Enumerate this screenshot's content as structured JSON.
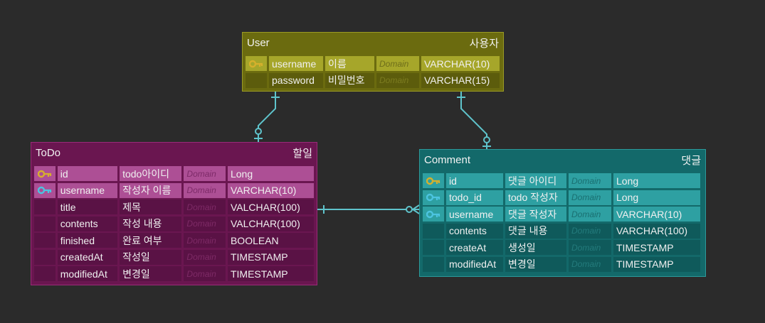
{
  "colors": {
    "background": "#2b2b2b",
    "connector": "#5fc4cc",
    "primary_key_icon": "#d6b02c",
    "foreign_key_icon": "#4cc4e0",
    "user_entity": "#6b6b0f",
    "todo_entity": "#6a1650",
    "comment_entity": "#13696a"
  },
  "entities": {
    "user": {
      "name": "User",
      "label": "사용자",
      "columns": [
        {
          "key": "primary-key-icon",
          "name": "username",
          "label": "이름",
          "domain": "Domain",
          "type": "VARCHAR(10)"
        },
        {
          "key": "",
          "name": "password",
          "label": "비밀번호",
          "domain": "Domain",
          "type": "VARCHAR(15)"
        }
      ]
    },
    "todo": {
      "name": "ToDo",
      "label": "할일",
      "columns": [
        {
          "key": "primary-key-icon",
          "name": "id",
          "label": "todo아이디",
          "domain": "Domain",
          "type": "Long"
        },
        {
          "key": "foreign-key-icon",
          "name": "username",
          "label": "작성자 이름",
          "domain": "Domain",
          "type": "VARCHAR(10)"
        },
        {
          "key": "",
          "name": "title",
          "label": "제목",
          "domain": "Domain",
          "type": "VALCHAR(100)"
        },
        {
          "key": "",
          "name": "contents",
          "label": "작성 내용",
          "domain": "Domain",
          "type": "VALCHAR(100)"
        },
        {
          "key": "",
          "name": "finished",
          "label": "완료 여부",
          "domain": "Domain",
          "type": "BOOLEAN"
        },
        {
          "key": "",
          "name": "createdAt",
          "label": "작성일",
          "domain": "Domain",
          "type": "TIMESTAMP"
        },
        {
          "key": "",
          "name": "modifiedAt",
          "label": "변경일",
          "domain": "Domain",
          "type": "TIMESTAMP"
        }
      ]
    },
    "comment": {
      "name": "Comment",
      "label": "댓글",
      "columns": [
        {
          "key": "primary-key-icon",
          "name": "id",
          "label": "댓글 아이디",
          "domain": "Domain",
          "type": "Long"
        },
        {
          "key": "foreign-key-icon",
          "name": "todo_id",
          "label": "todo 작성자",
          "domain": "Domain",
          "type": "Long"
        },
        {
          "key": "foreign-key-icon",
          "name": "username",
          "label": "댓글 작성자",
          "domain": "Domain",
          "type": "VARCHAR(10)"
        },
        {
          "key": "",
          "name": "contents",
          "label": "댓글 내용",
          "domain": "Domain",
          "type": "VARCHAR(100)"
        },
        {
          "key": "",
          "name": "createAt",
          "label": "생성일",
          "domain": "Domain",
          "type": "TIMESTAMP"
        },
        {
          "key": "",
          "name": "modifiedAt",
          "label": "변경일",
          "domain": "Domain",
          "type": "TIMESTAMP"
        }
      ]
    }
  },
  "relationships": [
    {
      "from": "User",
      "to": "ToDo",
      "from_cardinality": "one",
      "to_cardinality": "zero-or-one"
    },
    {
      "from": "User",
      "to": "Comment",
      "from_cardinality": "one",
      "to_cardinality": "zero-or-one"
    },
    {
      "from": "ToDo",
      "to": "Comment",
      "from_cardinality": "one",
      "to_cardinality": "zero-or-many"
    }
  ]
}
